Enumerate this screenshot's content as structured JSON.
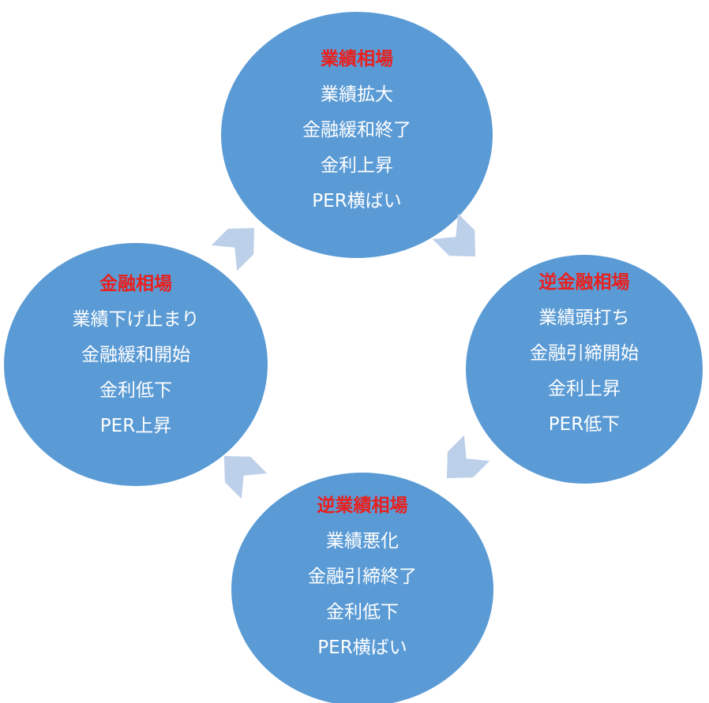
{
  "diagram": {
    "type": "cycle",
    "direction": "clockwise",
    "colors": {
      "background": "#ffffff",
      "node_fill": "#5b9bd5",
      "node_title": "#e8201e",
      "node_text": "#ffffff",
      "arrow_fill": "#bdd0e9"
    },
    "nodes": {
      "top": {
        "title": "業績相場",
        "items": [
          "業績拡大",
          "金融緩和終了",
          "金利上昇",
          "PER横ばい"
        ]
      },
      "right": {
        "title": "逆金融相場",
        "items": [
          "業績頭打ち",
          "金融引締開始",
          "金利上昇",
          "PER低下"
        ]
      },
      "bottom": {
        "title": "逆業績相場",
        "items": [
          "業績悪化",
          "金融引締終了",
          "金利低下",
          "PER横ばい"
        ]
      },
      "left": {
        "title": "金融相場",
        "items": [
          "業績下げ止まり",
          "金融緩和開始",
          "金利低下",
          "PER上昇"
        ]
      }
    },
    "arrows": [
      {
        "name": "arrow-left-to-top",
        "from": "金融相場",
        "to": "業績相場"
      },
      {
        "name": "arrow-top-to-right",
        "from": "業績相場",
        "to": "逆金融相場"
      },
      {
        "name": "arrow-right-to-bottom",
        "from": "逆金融相場",
        "to": "逆業績相場"
      },
      {
        "name": "arrow-bottom-to-left",
        "from": "逆業績相場",
        "to": "金融相場"
      }
    ]
  }
}
